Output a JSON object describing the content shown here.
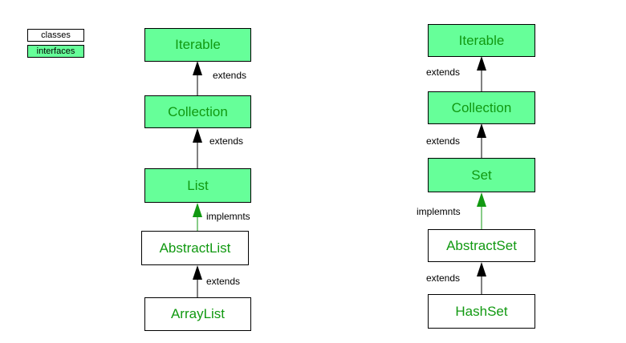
{
  "legend": {
    "classes": "classes",
    "interfaces": "interfaces"
  },
  "colors": {
    "interface_fill": "#66ff99",
    "text_green": "#119911",
    "implements_arrow": "#119911",
    "extends_arrow": "#000000"
  },
  "left": {
    "iterable": "Iterable",
    "collection": "Collection",
    "list": "List",
    "abstract_list": "AbstractList",
    "array_list": "ArrayList",
    "rel1": "extends",
    "rel2": "extends",
    "rel3": "implemnts",
    "rel4": "extends"
  },
  "right": {
    "iterable": "Iterable",
    "collection": "Collection",
    "set": "Set",
    "abstract_set": "AbstractSet",
    "hash_set": "HashSet",
    "rel1": "extends",
    "rel2": "extends",
    "rel3": "implemnts",
    "rel4": "extends"
  }
}
